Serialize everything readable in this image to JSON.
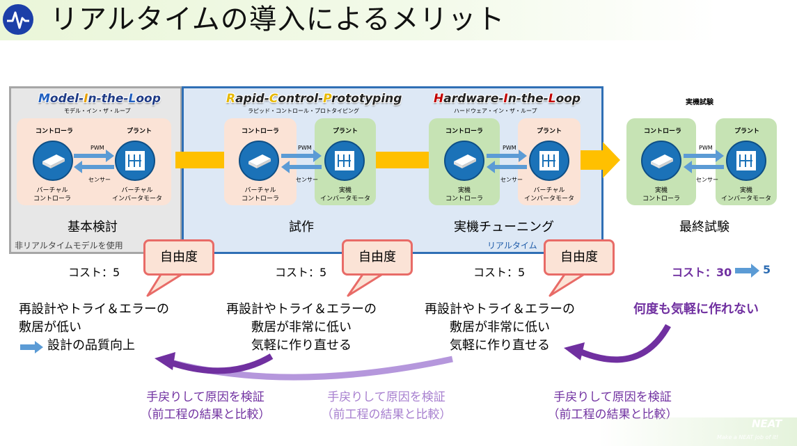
{
  "page": {
    "title": "リアルタイムの導入によるメリット"
  },
  "stages": [
    {
      "head_parts": [
        [
          "M",
          "odel-"
        ],
        [
          "I",
          "n-the-"
        ],
        [
          "L",
          "oop"
        ]
      ],
      "sub": "モデル・イン・ザ・ループ",
      "controller": {
        "header": "コントローラ",
        "label": "バーチャル\nコントローラ"
      },
      "plant": {
        "header": "プラント",
        "label": "バーチャル\nインバータモータ"
      },
      "pwm": "PWM",
      "sensor": "センサー",
      "name": "基本検討"
    },
    {
      "head_parts": [
        [
          "R",
          "apid-"
        ],
        [
          "C",
          "ontrol-"
        ],
        [
          "P",
          "rototyping"
        ]
      ],
      "sub": "ラピッド・コントロール・プロトタイピング",
      "controller": {
        "header": "コントローラ",
        "label": "バーチャル\nコントローラ"
      },
      "plant": {
        "header": "プラント",
        "label": "実機\nインバータモータ"
      },
      "pwm": "PWM",
      "sensor": "センサー",
      "name": "試作"
    },
    {
      "head_parts": [
        [
          "H",
          "ardware-"
        ],
        [
          "I",
          "n-the-"
        ],
        [
          "L",
          "oop"
        ]
      ],
      "sub": "ハードウェア・イン・ザ・ループ",
      "controller": {
        "header": "コントローラ",
        "label": "実機\nコントローラ"
      },
      "plant": {
        "header": "プラント",
        "label": "バーチャル\nインバータモータ"
      },
      "pwm": "PWM",
      "sensor": "センサー",
      "name": "実機チューニング"
    },
    {
      "head_plain": "実機試験",
      "controller": {
        "header": "コントローラ",
        "label": "実機\nコントローラ"
      },
      "plant": {
        "header": "プラント",
        "label": "実機\nインバータモータ"
      },
      "pwm": "PWM",
      "sensor": "センサー",
      "name": "最終試験"
    }
  ],
  "notes": {
    "non_realtime": "非リアルタイムモデルを使用",
    "realtime": "リアルタイム"
  },
  "costs": [
    "コスト：5",
    "コスト：5",
    "コスト：5"
  ],
  "final_cost": {
    "from": "コスト：30",
    "to": "5"
  },
  "bubbles": [
    "自由度",
    "自由度",
    "自由度"
  ],
  "texts": {
    "t1_l1": "再設計やトライ＆エラーの",
    "t1_l2": "敷居が低い",
    "t1_l3": "設計の品質向上",
    "t2_l1": "再設計やトライ＆エラーの",
    "t2_l2": "敷居が非常に低い",
    "t2_l3": "気軽に作り直せる",
    "t3_l1": "再設計やトライ＆エラーの",
    "t3_l2": "敷居が非常に低い",
    "t3_l3": "気軽に作り直せる",
    "final": "何度も気軽に作れない"
  },
  "feedback": [
    {
      "l1": "手戻りして原因を検証",
      "l2": "（前工程の結果と比較）"
    },
    {
      "l1": "手戻りして原因を検証",
      "l2": "（前工程の結果と比較）"
    },
    {
      "l1": "手戻りして原因を検証",
      "l2": "（前工程の結果と比較）"
    }
  ],
  "watermark": {
    "brand": "NEAT",
    "tagline": "Make a NEAT job of it!"
  },
  "colors": {
    "accent_purple": "#7030a0",
    "light_purple": "#a77fcf",
    "flow_arrow": "#ffc000",
    "blue_arrow": "#5b9bd5",
    "realtime_border": "#2f6fb5",
    "bubble_border": "#e86b67"
  },
  "icons": {
    "logo": "waveform-icon",
    "controller": "controller-device-icon",
    "plant": "inverter-motor-icon"
  }
}
